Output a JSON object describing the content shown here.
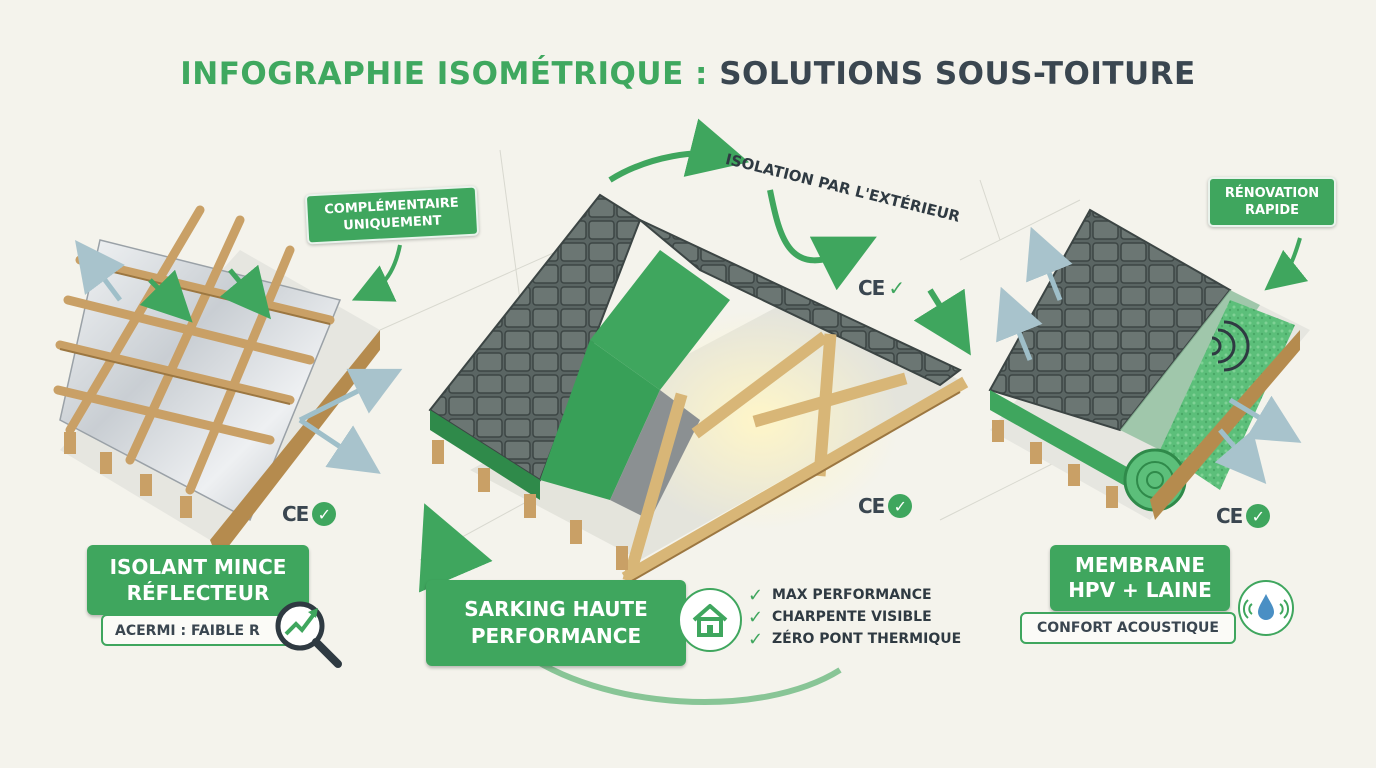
{
  "title": {
    "part1": "INFOGRAPHIE ISOMÉTRIQUE :",
    "part2": "SOLUTIONS SOUS-TOITURE"
  },
  "left": {
    "tag_lines": [
      "COMPLÉMENTAIRE",
      "UNIQUEMENT"
    ],
    "ce": "CE",
    "label_lines": [
      "ISOLANT MINCE",
      "RÉFLECTEUR"
    ],
    "sub": "ACERMI : FAIBLE R"
  },
  "center": {
    "arc_label": "ISOLATION PAR L'EXTÉRIEUR",
    "ce_top": "CE",
    "ce_bottom": "CE",
    "label_lines": [
      "SARKING HAUTE",
      "PERFORMANCE"
    ],
    "checklist": [
      "MAX PERFORMANCE",
      "CHARPENTE VISIBLE",
      "ZÉRO PONT THERMIQUE"
    ]
  },
  "right": {
    "tag_lines": [
      "RÉNOVATION",
      "RAPIDE"
    ],
    "ce": "CE",
    "label_lines": [
      "MEMBRANE",
      "HPV + LAINE"
    ],
    "sub": "CONFORT ACOUSTIQUE"
  },
  "colors": {
    "green": "#3fa65e",
    "dark": "#3a4650",
    "tile": "#55605e",
    "wood": "#d9b97c",
    "background": "#f4f3ec"
  },
  "icons": [
    "checkmark-icon",
    "house-icon",
    "magnifier-chart-icon",
    "water-drop-icon",
    "sound-wave-icon",
    "arrow-icon"
  ]
}
